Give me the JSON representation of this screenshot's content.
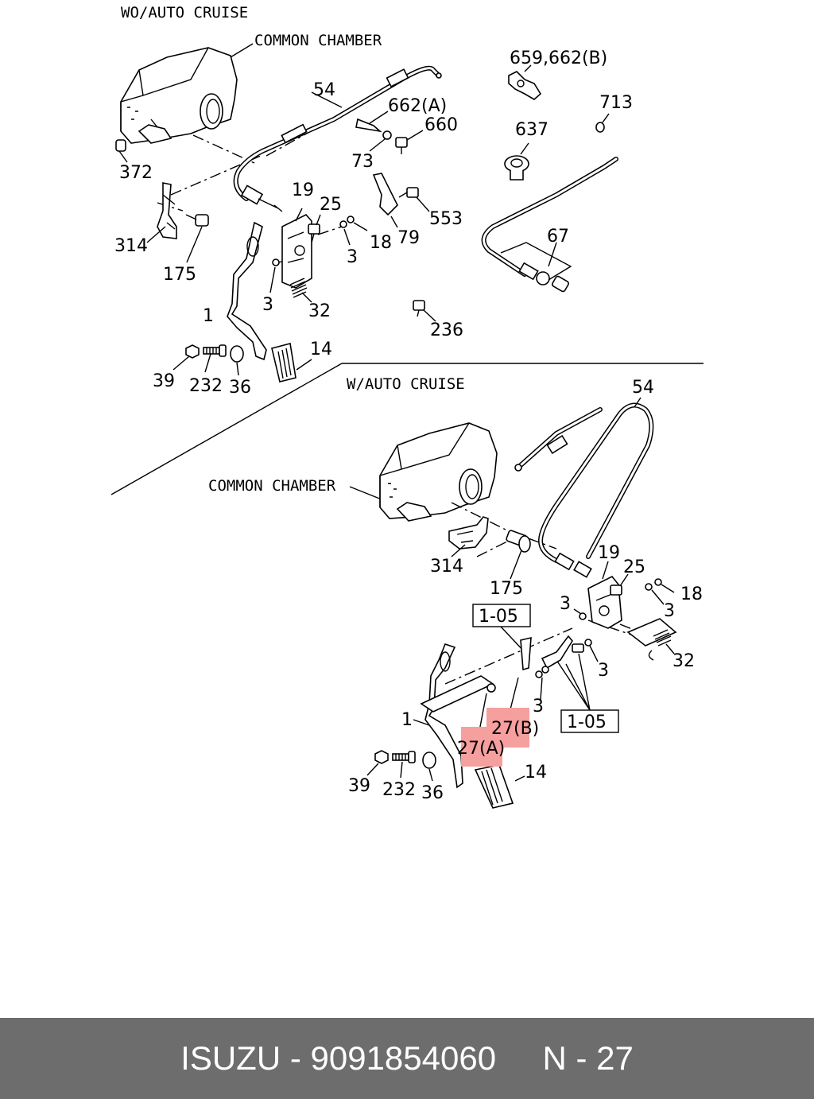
{
  "sections": {
    "top": {
      "title": "WO/AUTO CRUISE",
      "chamber": "COMMON CHAMBER"
    },
    "bottom": {
      "title": "W/AUTO CRUISE",
      "chamber": "COMMON CHAMBER"
    }
  },
  "callouts_top": {
    "c54": "54",
    "c662a": "662(A)",
    "c660": "660",
    "c659": "659,662(B)",
    "c713": "713",
    "c637": "637",
    "c73": "73",
    "c372": "372",
    "c19": "19",
    "c25": "25",
    "c553": "553",
    "c314": "314",
    "c18": "18",
    "c3a": "3",
    "c79": "79",
    "c67": "67",
    "c175": "175",
    "c1": "1",
    "c3b": "3",
    "c32": "32",
    "c236": "236",
    "c14": "14",
    "c39": "39",
    "c232": "232",
    "c36": "36"
  },
  "callouts_bottom": {
    "c54": "54",
    "c314": "314",
    "c175": "175",
    "c19": "19",
    "c25": "25",
    "c18": "18",
    "c3a": "3",
    "c3b": "3",
    "c3c": "3",
    "c3d": "3",
    "c32": "32",
    "c105a": "1-05",
    "c105b": "1-05",
    "c27b": "27(B)",
    "c27a": "27(A)",
    "c1": "1",
    "c14": "14",
    "c39": "39",
    "c232": "232",
    "c36": "36"
  },
  "colors": {
    "highlight": "#f59f9f",
    "footer_bg": "#6d6d6d",
    "footer_text": "#ffffff"
  },
  "footer": {
    "brand": "ISUZU",
    "sep": " - ",
    "part_number": "9091854060",
    "gap": "     ",
    "page": "N - 27"
  }
}
